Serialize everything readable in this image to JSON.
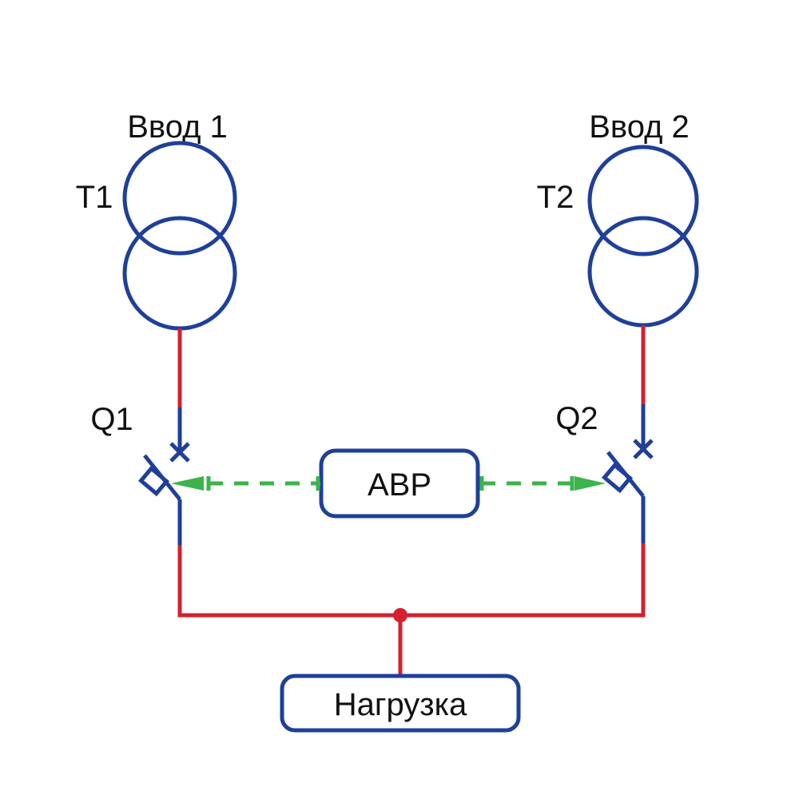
{
  "diagram": {
    "input1": {
      "label": "Ввод 1"
    },
    "input2": {
      "label": "Ввод 2"
    },
    "transformer1": {
      "label": "T1"
    },
    "transformer2": {
      "label": "T2"
    },
    "breaker1": {
      "label": "Q1"
    },
    "breaker2": {
      "label": "Q2"
    },
    "controller": {
      "label": "АВР"
    },
    "load": {
      "label": "Нагрузка"
    }
  },
  "colors": {
    "equipment": "#1f3f99",
    "power_line": "#d4202f",
    "control_link": "#3cb44b",
    "text": "#111111"
  }
}
